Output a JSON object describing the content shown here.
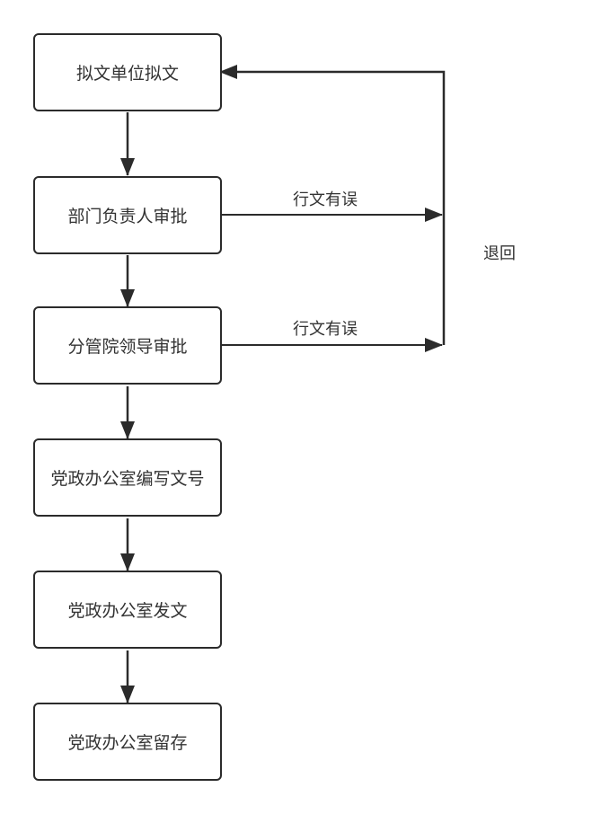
{
  "steps": [
    "拟文单位拟文",
    "部门负责人审批",
    "分管院领导审批",
    "党政办公室编写文号",
    "党政办公室发文",
    "党政办公室留存"
  ],
  "edge_labels": {
    "error_1": "行文有误",
    "error_2": "行文有误",
    "return": "退回"
  },
  "colors": {
    "stroke": "#2b2b2b",
    "text": "#333333"
  }
}
